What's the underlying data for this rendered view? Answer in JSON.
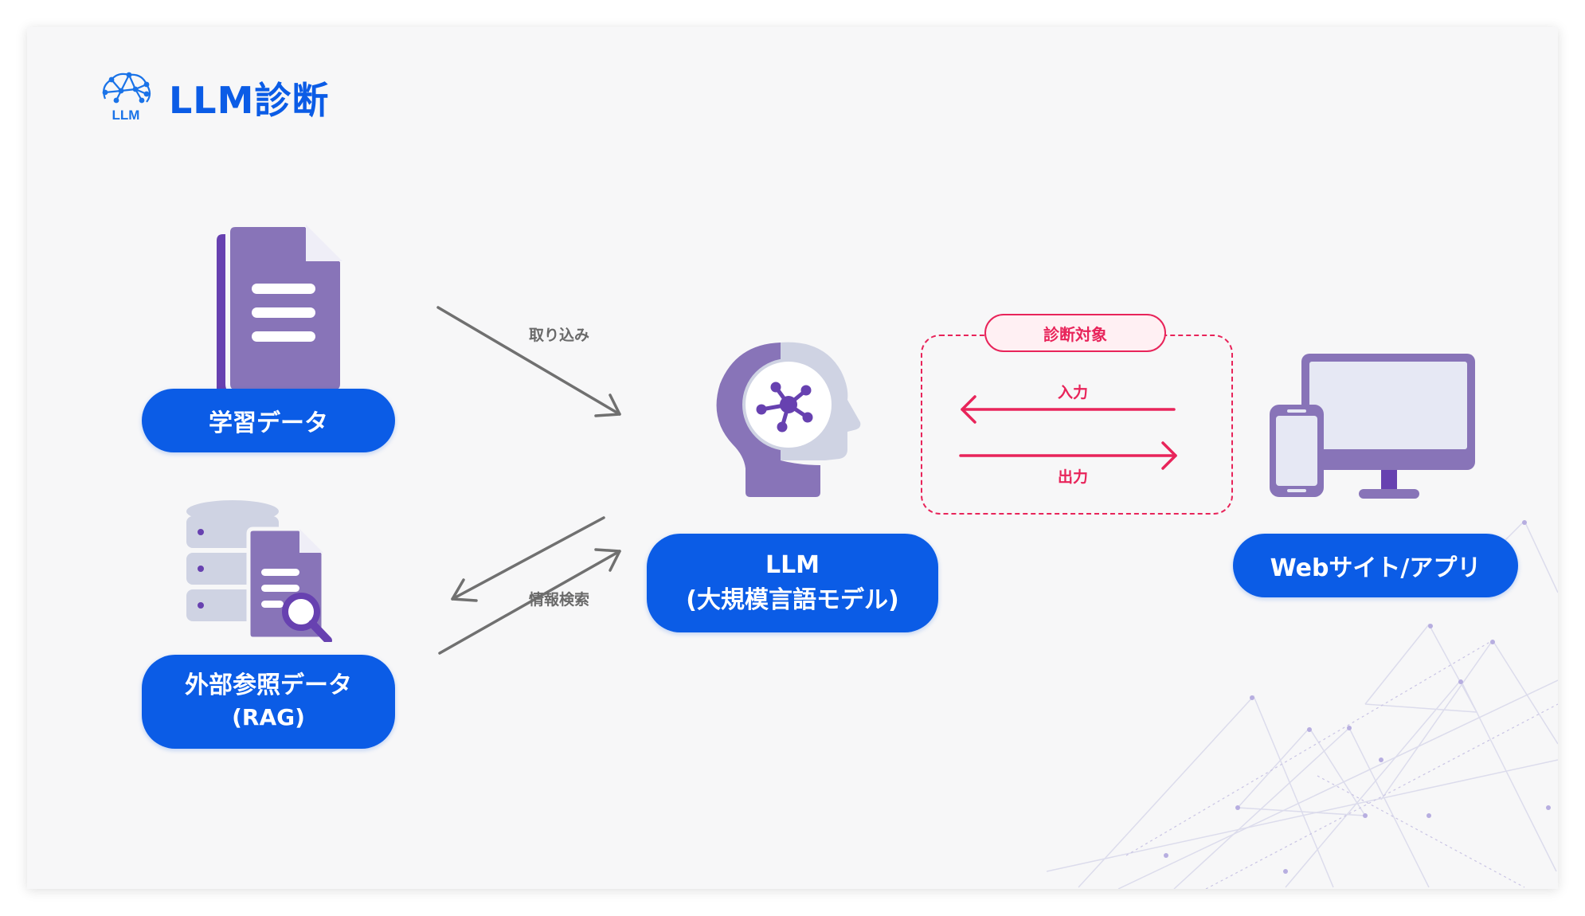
{
  "logo": {
    "badge": "LLM",
    "title": "LLM診断",
    "title_color": "#0b5ce6"
  },
  "nodes": {
    "training_data": "学習データ",
    "rag": {
      "line1": "外部参照データ",
      "line2": "(RAG)"
    },
    "llm": {
      "line1": "LLM",
      "line2": "(大規模言語モデル)"
    },
    "web": "Webサイト/アプリ"
  },
  "edges": {
    "ingest": "取り込み",
    "retrieval": "情報検索",
    "input": "入力",
    "output": "出力"
  },
  "target_tag": "診断対象",
  "icons": [
    "document-stack-icon",
    "database-search-icon",
    "ai-head-icon",
    "desktop-mobile-icon"
  ],
  "colors": {
    "brand_blue": "#0b5ce6",
    "purple": "#8874b8",
    "purple_dark": "#6741b0",
    "accent_red": "#e8245a",
    "arrow_gray": "#707070",
    "light_gray": "#cfd3e3"
  }
}
